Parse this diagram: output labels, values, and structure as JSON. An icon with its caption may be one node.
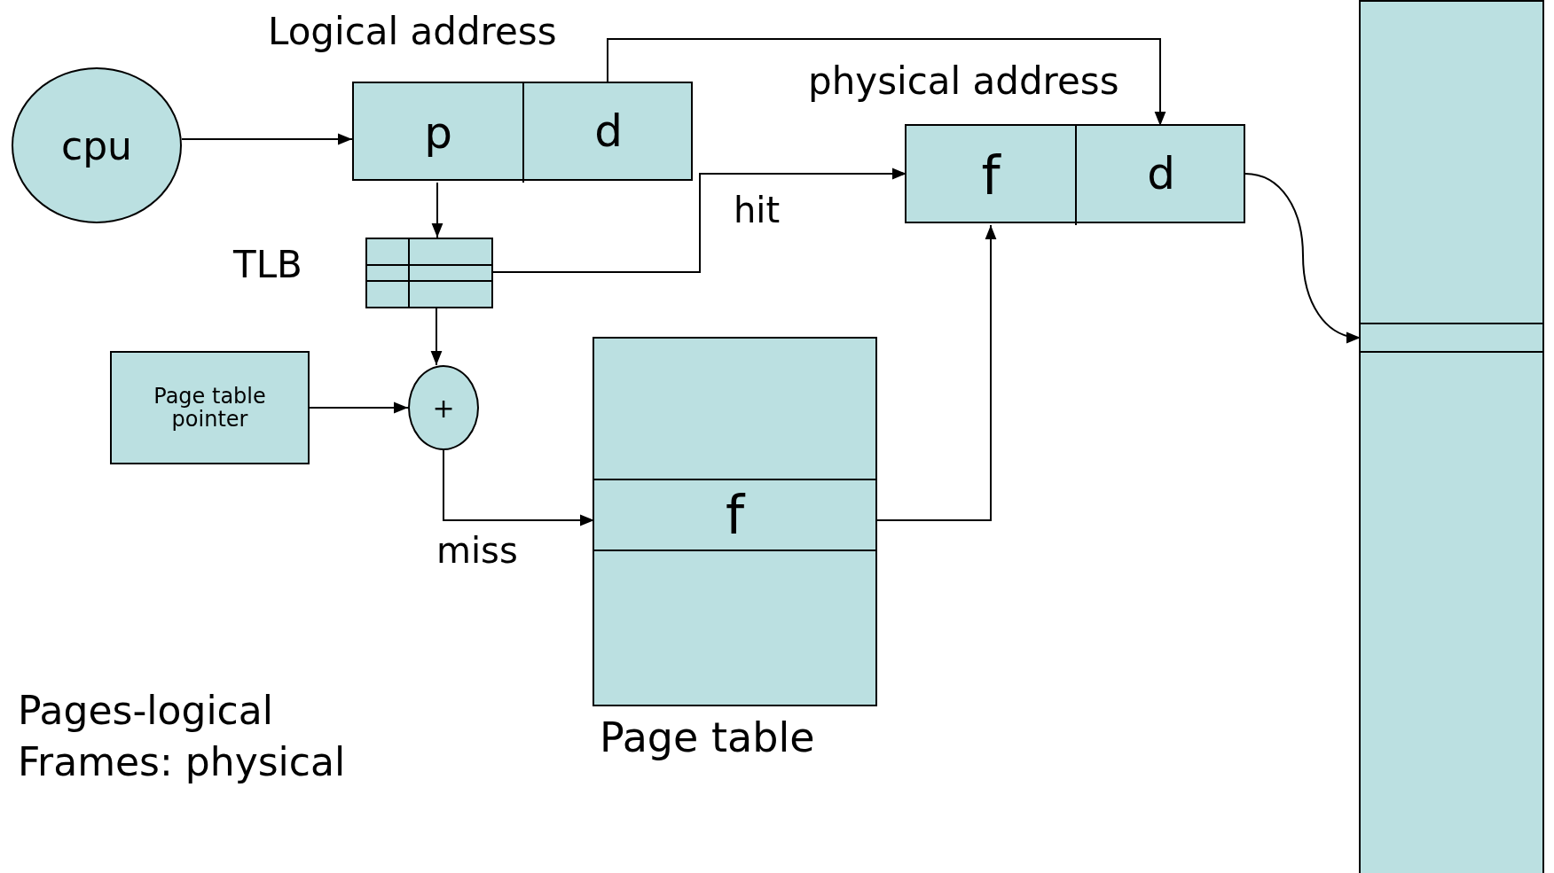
{
  "diagram": {
    "nodes": [
      {
        "text": [
          "cpu"
        ]
      },
      {
        "text": [
          "Logical address"
        ]
      },
      {
        "text": [
          "p"
        ],
        "in": 1
      },
      {
        "text": [
          "d"
        ],
        "in": 1
      },
      {
        "text": [
          "physical address"
        ]
      },
      {
        "text": [
          "f"
        ],
        "in": 4
      },
      {
        "text": [
          "d"
        ],
        "in": 4
      },
      {
        "text": [
          "TLB"
        ]
      },
      {
        "text": [
          "Page table pointer"
        ]
      },
      {
        "text": [
          "+"
        ]
      },
      {
        "text": [
          "Page table"
        ]
      },
      {
        "text": [
          "f"
        ],
        "in": 10
      },
      {
        "text": [],
        "shape": "bar"
      },
      {
        "text": [],
        "shape": "box",
        "in": 12
      }
    ],
    "edges": [
      {
        "from": 0,
        "to": 1,
        "arrow": "to"
      },
      {
        "from": 3,
        "to": 6,
        "arrow": "to"
      },
      {
        "from": 2,
        "to": 7,
        "arrow": "to"
      },
      {
        "from": 7,
        "to": 5,
        "arrow": "to",
        "label": "hit"
      },
      {
        "from": 7,
        "to": 9,
        "arrow": "to"
      },
      {
        "from": 8,
        "to": 9,
        "arrow": "to"
      },
      {
        "from": 9,
        "to": 11,
        "arrow": "to",
        "label": "miss"
      },
      {
        "from": 11,
        "to": 5,
        "arrow": "to"
      },
      {
        "from": 6,
        "to": 13,
        "arrow": "to"
      }
    ],
    "labels": [
      "Pages-logical",
      "Frames: physical"
    ]
  }
}
